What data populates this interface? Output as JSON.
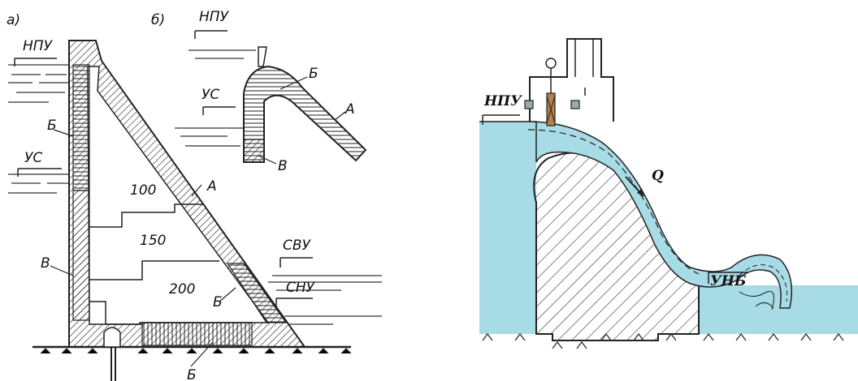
{
  "left_diagram": {
    "part_a_label": "а)",
    "part_b_label": "б)",
    "npu_label": "НПУ",
    "npu_label_b": "НПУ",
    "us_label": "УС",
    "us_label_b": "УС",
    "svu_label": "СВУ",
    "snu_label": "СНУ",
    "zone_labels": [
      "100",
      "150",
      "200"
    ],
    "letter_a": "А",
    "letter_a_b": "А",
    "letter_b_upper": "Б",
    "letter_b_lower": "Б",
    "letter_b_b": "Б",
    "letter_b_bottom": "Б",
    "letter_v": "В",
    "letter_v_b": "В"
  },
  "right_diagram": {
    "npu_label": "НПУ",
    "unb_label": "УНБ",
    "flow_label": "Q",
    "water_color": "#a7dbe6",
    "dam_color": "#d8d8d8"
  }
}
